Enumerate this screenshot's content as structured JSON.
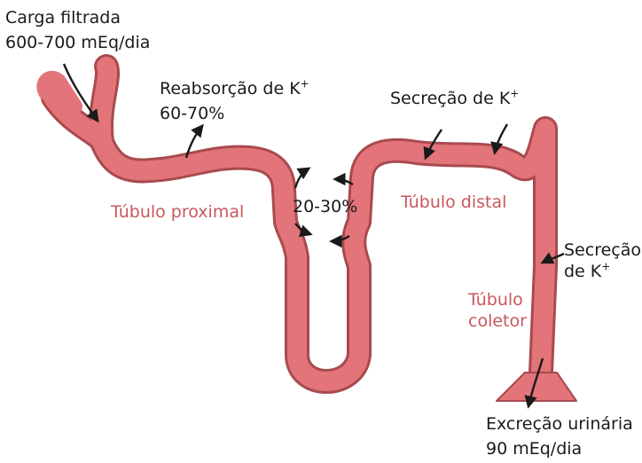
{
  "labels": {
    "filtered_load_title": "Carga filtrada",
    "filtered_load_value": "600-700 mEq/dia",
    "reabsorption_title": "Reabsorção de K",
    "reabsorption_value": "60-70%",
    "loop_value": "20-30%",
    "distal_secretion_title": "Secreção de K",
    "collecting_secretion_line1": "Secreção",
    "collecting_secretion_line2": "de K",
    "plus_sign": "+",
    "excretion_title": "Excreção urinária",
    "excretion_value": "90 mEq/dia"
  },
  "segments": {
    "proximal": "Túbulo proximal",
    "distal": "Túbulo distal",
    "collecting_line1": "Túbulo",
    "collecting_line2": "coletor"
  },
  "colors": {
    "tubule_fill": "#e3747a",
    "tubule_outline": "#a84a4f",
    "segment_label": "#c8585d",
    "arrow": "#1a1a1a"
  }
}
